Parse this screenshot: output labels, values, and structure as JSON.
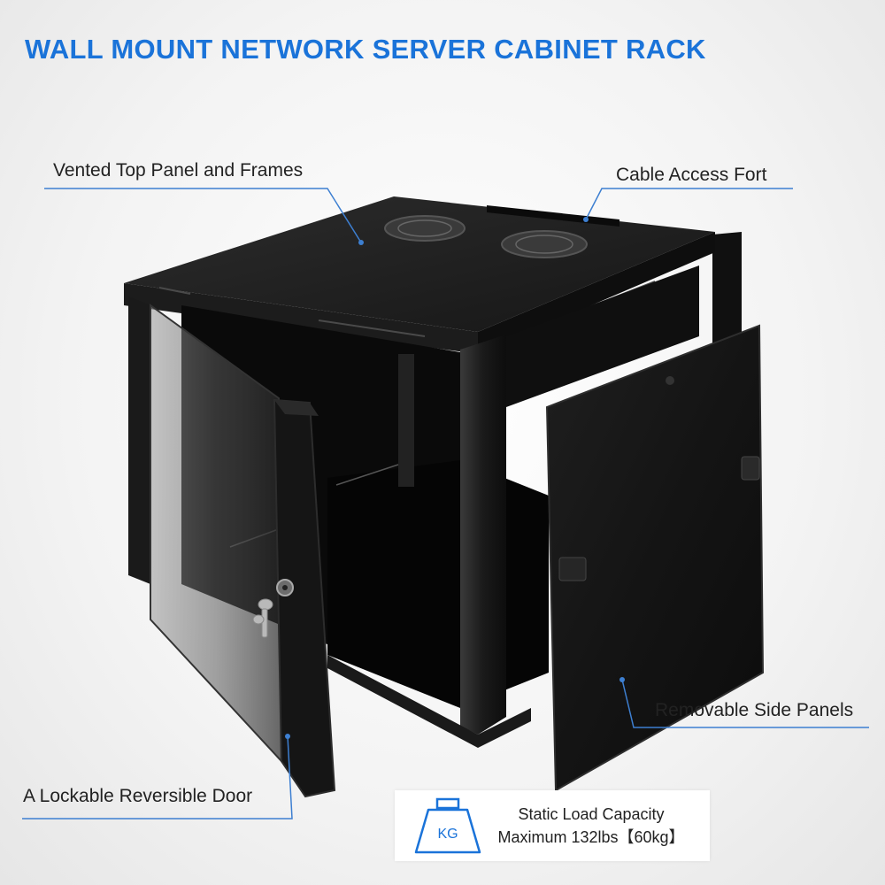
{
  "title": "WALL MOUNT NETWORK SERVER CABINET RACK",
  "callouts": {
    "vented_top": "Vented Top Panel and Frames",
    "cable_access": "Cable Access Fort",
    "side_panels": "Removable Side Panels",
    "lockable_door": "A Lockable Reversible Door"
  },
  "badge": {
    "icon_label": "KG",
    "line1": "Static Load Capacity",
    "line2": "Maximum 132lbs【60kg】"
  },
  "colors": {
    "accent": "#1a73d9",
    "callout_line": "#3d7fd1",
    "cabinet": "#121212"
  },
  "icons": {
    "weight": "weight-kg-icon"
  }
}
